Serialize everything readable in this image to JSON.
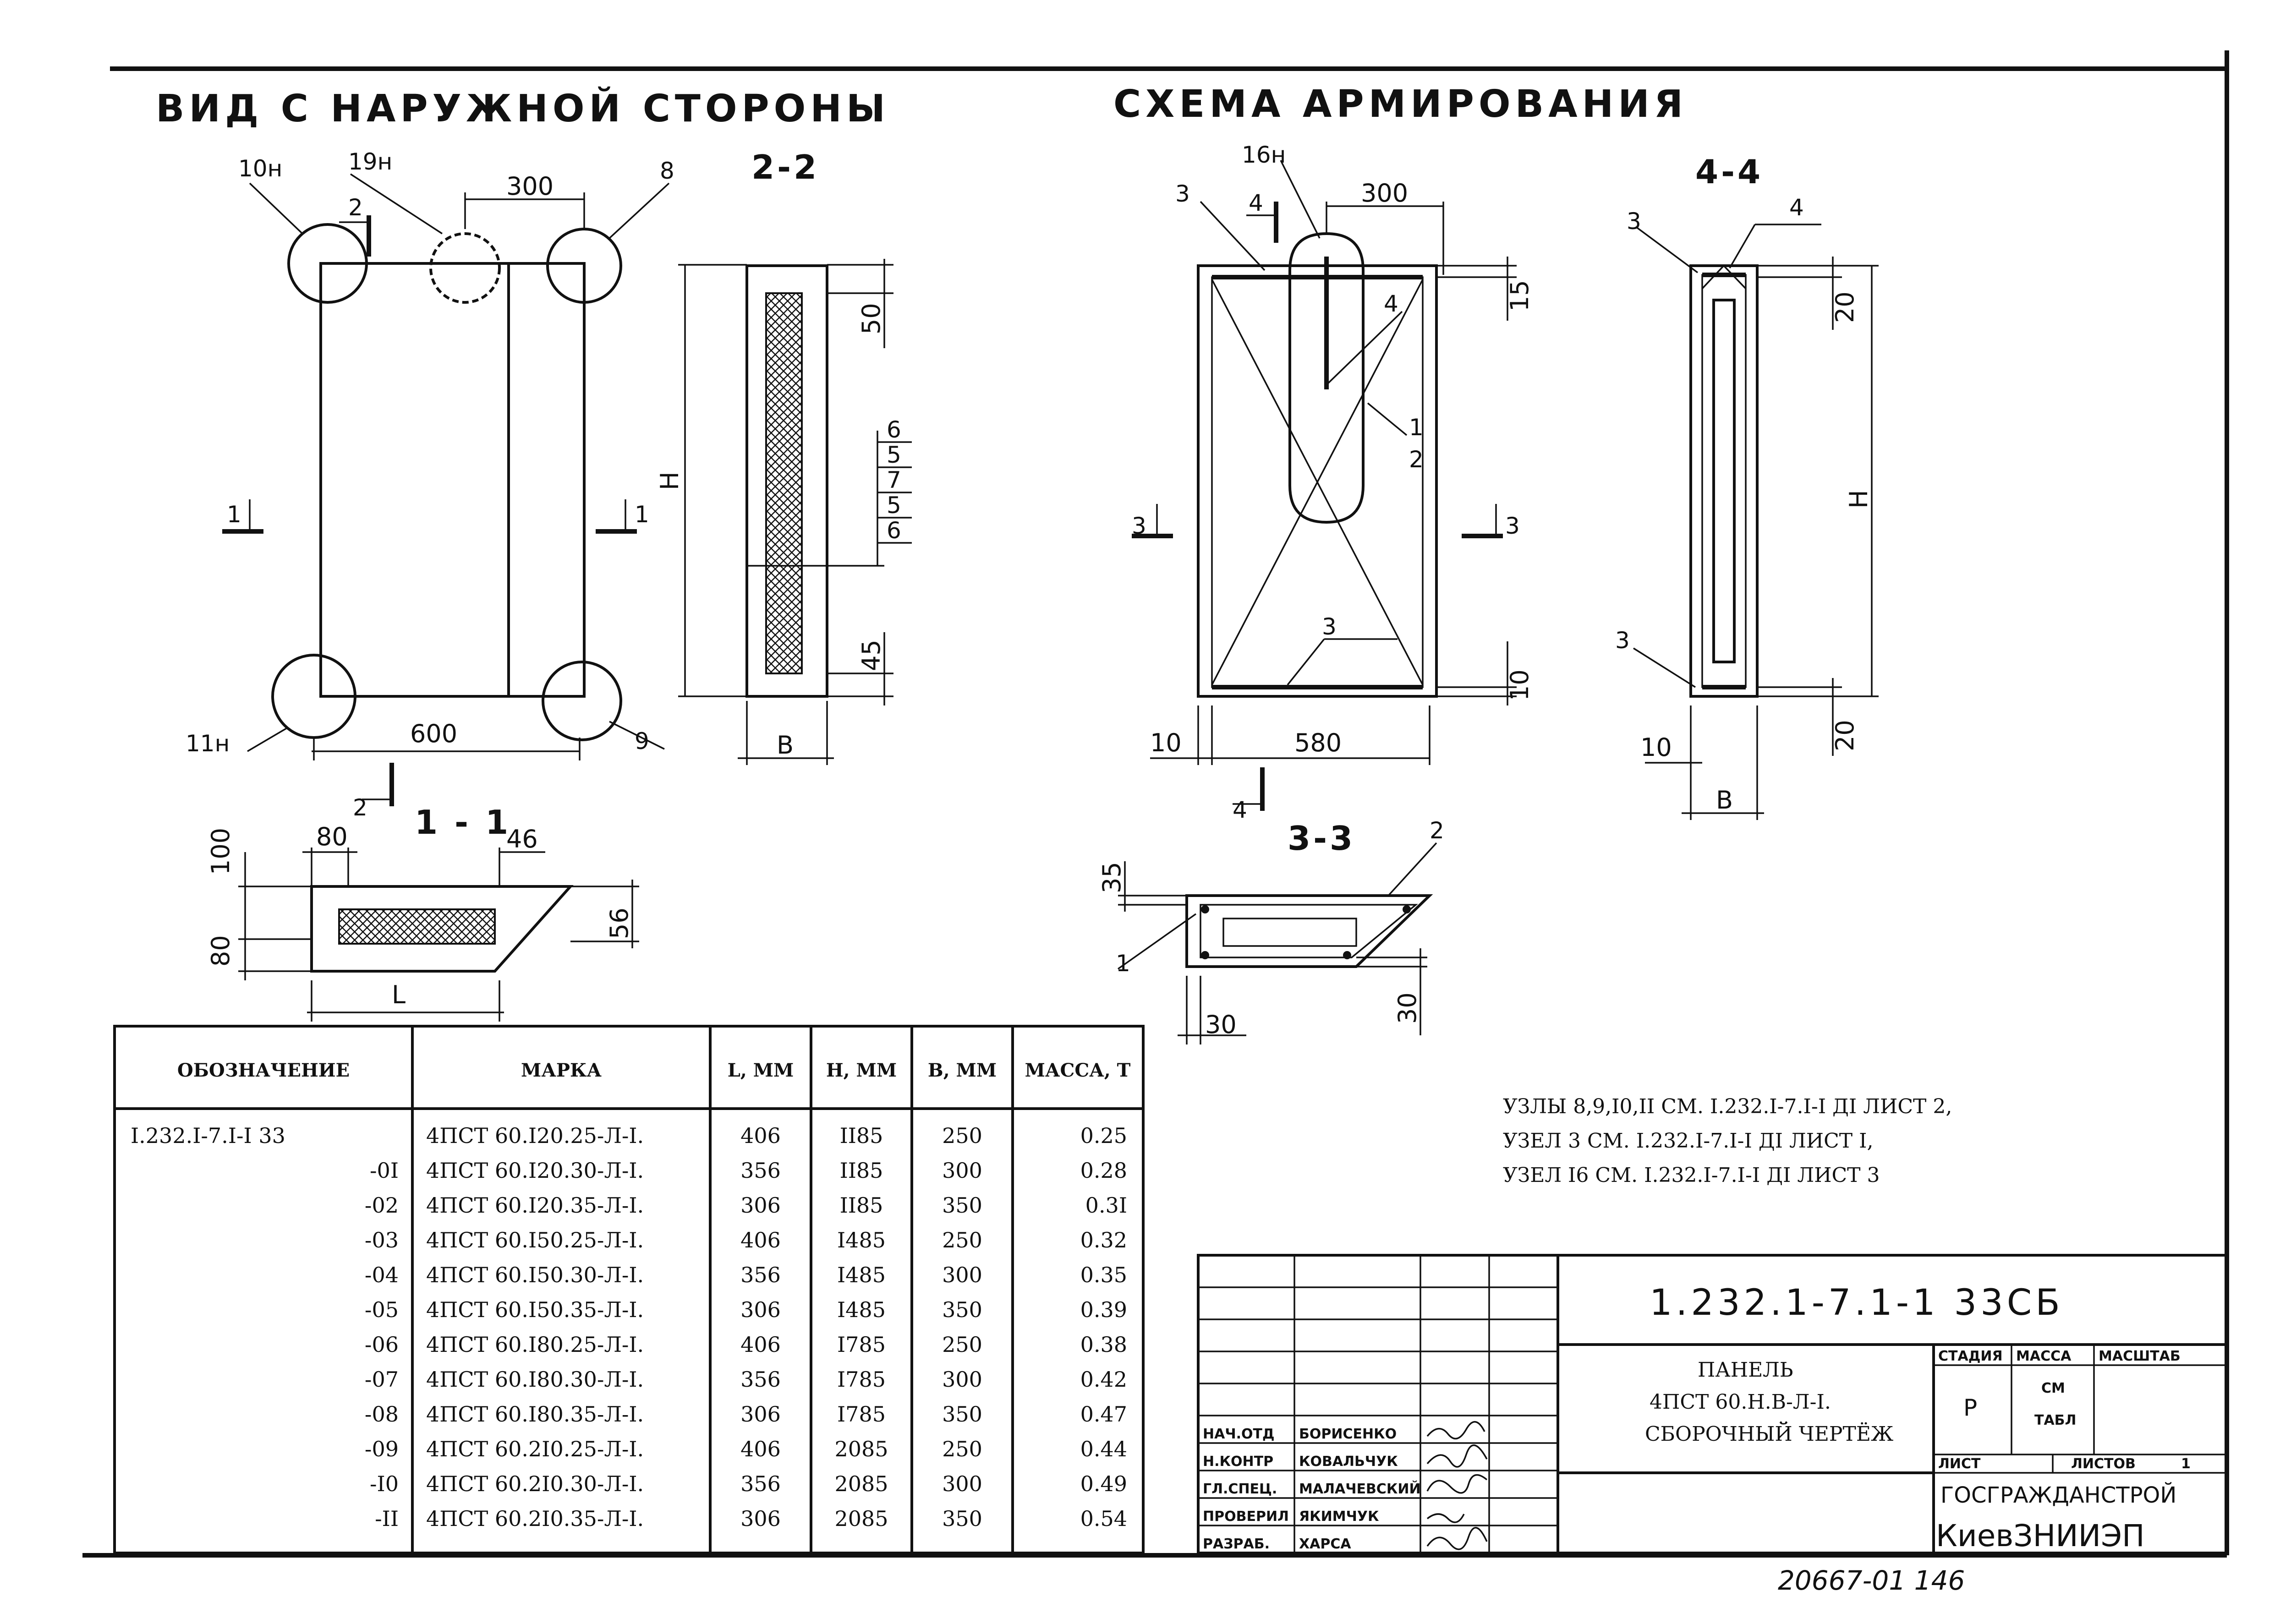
{
  "views": {
    "outer_side_title": "ВИД С НАРУЖНОЙ СТОРОНЫ",
    "reinforcement_title": "СХЕМА АРМИРОВАНИЯ",
    "section_2_2": "2-2",
    "section_1_1": "1 - 1",
    "section_3_3": "3-3",
    "section_4_4": "4-4"
  },
  "callouts_outer": {
    "n10": "10н",
    "n19": "19н",
    "n8": "8",
    "n11": "11н",
    "n9": "9",
    "d300": "300",
    "d600": "600",
    "cut2": "2",
    "cut1": "1"
  },
  "callouts_2_2": {
    "d50": "50",
    "d45": "45",
    "H": "Н",
    "B": "В",
    "layers": [
      "6",
      "5",
      "7",
      "5",
      "6"
    ]
  },
  "callouts_1_1": {
    "d80": "80",
    "d46": "46",
    "d100": "100",
    "d80b": "80",
    "d56": "56",
    "L": "L"
  },
  "callouts_reinf": {
    "n16": "16н",
    "n3a": "3",
    "n4a": "4",
    "n4b": "4",
    "d300": "300",
    "d15": "15",
    "n1": "1",
    "n2": "2",
    "n3b": "3",
    "d10a": "10",
    "d580": "580",
    "d10b": "10",
    "cut3": "3",
    "cut4": "4"
  },
  "callouts_4_4": {
    "n3a": "3",
    "n4": "4",
    "d20a": "20",
    "H": "Н",
    "n3b": "3",
    "d20b": "20",
    "d10": "10",
    "B": "В"
  },
  "callouts_3_3": {
    "d35": "35",
    "n2": "2",
    "n1": "1",
    "d30a": "30",
    "d30b": "30"
  },
  "table": {
    "headers": [
      "ОБОЗНАЧЕНИЕ",
      "МАРКА",
      "L, ММ",
      "Н, ММ",
      "В, ММ",
      "МАССА, Т"
    ],
    "rows": [
      [
        "I.232.I-7.I-I 33",
        "4ПСТ 60.I20.25-Л-I.",
        "406",
        "II85",
        "250",
        "0.25"
      ],
      [
        "-0I",
        "4ПСТ 60.I20.30-Л-I.",
        "356",
        "II85",
        "300",
        "0.28"
      ],
      [
        "-02",
        "4ПСТ 60.I20.35-Л-I.",
        "306",
        "II85",
        "350",
        "0.3I"
      ],
      [
        "-03",
        "4ПСТ 60.I50.25-Л-I.",
        "406",
        "I485",
        "250",
        "0.32"
      ],
      [
        "-04",
        "4ПСТ 60.I50.30-Л-I.",
        "356",
        "I485",
        "300",
        "0.35"
      ],
      [
        "-05",
        "4ПСТ 60.I50.35-Л-I.",
        "306",
        "I485",
        "350",
        "0.39"
      ],
      [
        "-06",
        "4ПСТ 60.I80.25-Л-I.",
        "406",
        "I785",
        "250",
        "0.38"
      ],
      [
        "-07",
        "4ПСТ 60.I80.30-Л-I.",
        "356",
        "I785",
        "300",
        "0.42"
      ],
      [
        "-08",
        "4ПСТ 60.I80.35-Л-I.",
        "306",
        "I785",
        "350",
        "0.47"
      ],
      [
        "-09",
        "4ПСТ 60.2I0.25-Л-I.",
        "406",
        "2085",
        "250",
        "0.44"
      ],
      [
        "-I0",
        "4ПСТ 60.2I0.30-Л-I.",
        "356",
        "2085",
        "300",
        "0.49"
      ],
      [
        "-II",
        "4ПСТ 60.2I0.35-Л-I.",
        "306",
        "2085",
        "350",
        "0.54"
      ]
    ]
  },
  "notes": [
    "УЗЛЫ 8,9,I0,II СМ. I.232.I-7.I-I ДI ЛИСТ 2,",
    "УЗЕЛ 3 СМ. I.232.I-7.I-I ДI ЛИСТ I,",
    "УЗЕЛ I6 СМ. I.232.I-7.I-I ДI ЛИСТ 3"
  ],
  "title_block": {
    "code": "1.232.1-7.1-1 33СБ",
    "description": [
      "ПАНЕЛЬ",
      "4ПСТ 60.Н.В-Л-I.",
      "СБОРОЧНЫЙ ЧЕРТЁЖ"
    ],
    "stage_label": "СТАДИЯ",
    "mass_label": "МАССА",
    "scale_label": "МАСШТАБ",
    "stage": "Р",
    "mass_line1": "СМ",
    "mass_line2": "ТАБЛ",
    "sheet_label": "ЛИСТ",
    "sheets_label": "ЛИСТОВ",
    "sheets": "1",
    "org1": "ГОСГРАЖДАНСТРОЙ",
    "org2": "КиевЗНИИЭП",
    "roles": [
      "НАЧ.ОТД",
      "Н.КОНТР",
      "ГЛ.СПЕЦ.",
      "ПРОВЕРИЛ",
      "РАЗРАБ."
    ],
    "names": [
      "БОРИСЕНКО",
      "КОВАЛЬЧУК",
      "МАЛАЧЕВСКИЙ",
      "ЯКИМЧУК",
      "ХАРСА"
    ]
  },
  "footer": {
    "archive": "20667-01 146"
  }
}
